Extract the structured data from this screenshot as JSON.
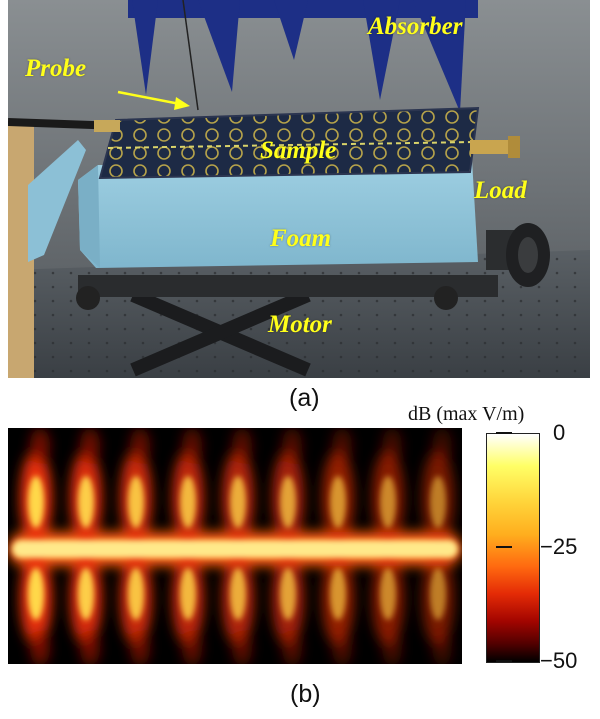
{
  "panel_a": {
    "caption": "(a)",
    "labels": {
      "absorber": "Absorber",
      "probe": "Probe",
      "sample": "Sample",
      "load": "Load",
      "foam": "Foam",
      "motor": "Motor"
    }
  },
  "panel_b": {
    "caption": "(b)",
    "colorbar": {
      "unit": "dB (max V/m)",
      "ticks": [
        "0",
        "−25",
        "−50"
      ],
      "range": [
        -50,
        0
      ],
      "colormap": "hot"
    }
  },
  "colors": {
    "label_yellow": "#ffff1a",
    "foam_blue": "#8fc3d8",
    "absorber_blue": "#1d2f86"
  }
}
